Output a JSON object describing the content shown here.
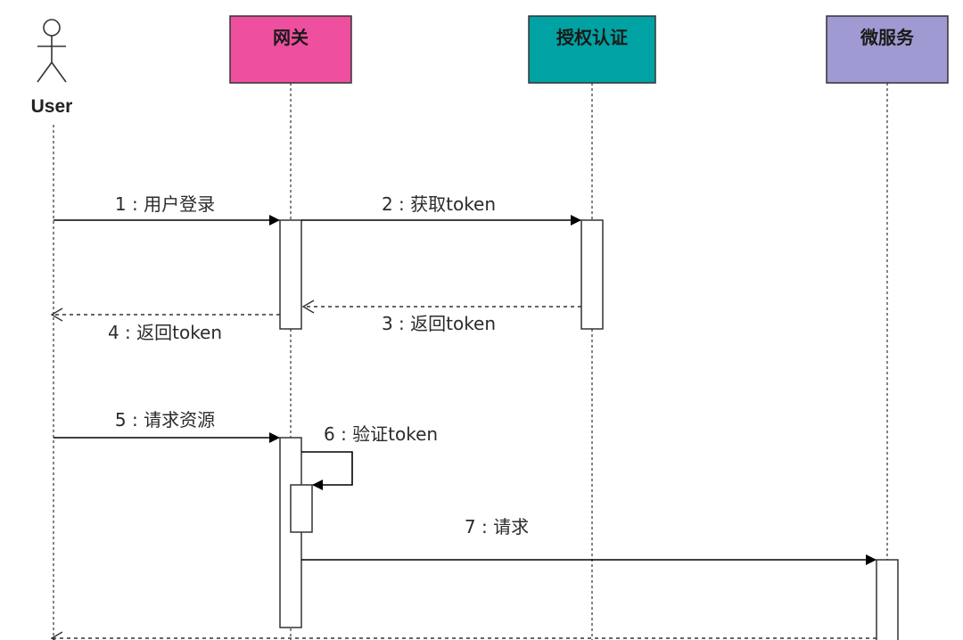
{
  "diagram": {
    "type": "sequence",
    "participants": [
      {
        "id": "user",
        "label": "User",
        "kind": "actor"
      },
      {
        "id": "gateway",
        "label": "网关",
        "kind": "box",
        "color": "#ee4f9e"
      },
      {
        "id": "auth",
        "label": "授权认证",
        "kind": "box",
        "color": "#00a2a3"
      },
      {
        "id": "micro",
        "label": "微服务",
        "kind": "box",
        "color": "#a09ad2"
      }
    ],
    "messages": [
      {
        "label": "1 : 用户登录",
        "from": "user",
        "to": "gateway",
        "style": "sync"
      },
      {
        "label": "2 : 获取token",
        "from": "gateway",
        "to": "auth",
        "style": "sync"
      },
      {
        "label": "3 : 返回token",
        "from": "auth",
        "to": "gateway",
        "style": "return"
      },
      {
        "label": "4 : 返回token",
        "from": "gateway",
        "to": "user",
        "style": "return"
      },
      {
        "label": "5 : 请求资源",
        "from": "user",
        "to": "gateway",
        "style": "sync"
      },
      {
        "label": "6 : 验证token",
        "from": "gateway",
        "to": "gateway",
        "style": "self"
      },
      {
        "label": "7 : 请求",
        "from": "gateway",
        "to": "micro",
        "style": "sync"
      },
      {
        "label": "",
        "from": "micro",
        "to": "user",
        "style": "return"
      }
    ]
  }
}
